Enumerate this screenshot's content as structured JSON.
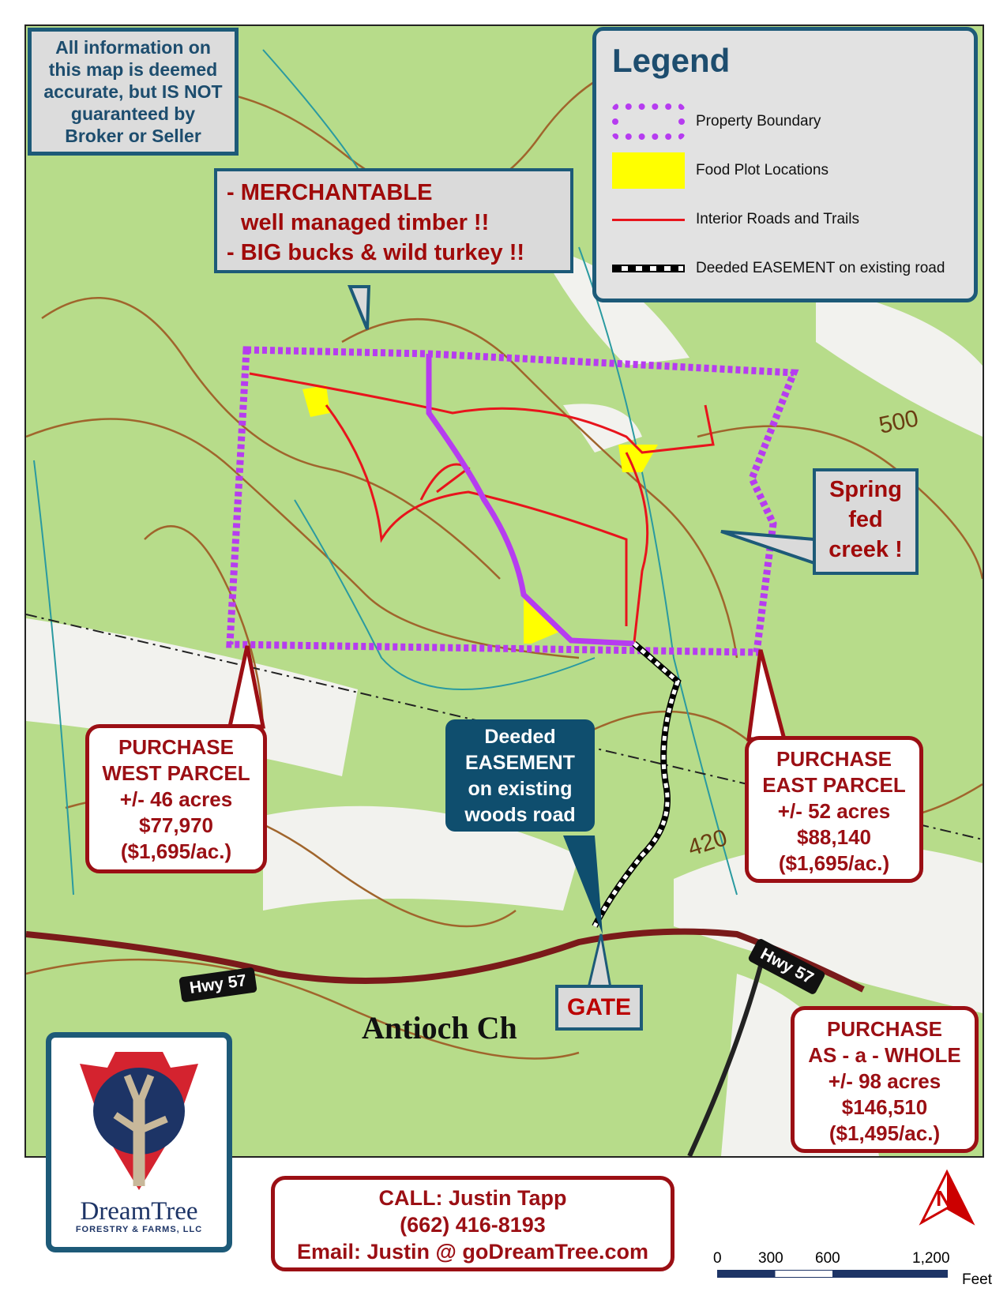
{
  "disclaimer": [
    "All information on",
    "this map is deemed",
    "accurate, but IS NOT",
    "guaranteed by",
    "Broker or Seller"
  ],
  "legend": {
    "title": "Legend",
    "items": [
      {
        "label": "Property Boundary",
        "color": "#b63cf0"
      },
      {
        "label": "Food Plot Locations",
        "color": "#ffff00"
      },
      {
        "label": "Interior Roads and Trails",
        "color": "#e8141c"
      },
      {
        "label": "Deeded EASEMENT on existing road",
        "color": "#000000"
      }
    ]
  },
  "callout_timber": [
    "- MERCHANTABLE",
    "   well managed timber !!",
    "- BIG bucks & wild turkey !!"
  ],
  "callout_creek": [
    "Spring",
    "fed",
    "creek !"
  ],
  "west_parcel": [
    "PURCHASE",
    "WEST PARCEL",
    "+/- 46 acres",
    "$77,970",
    "($1,695/ac.)"
  ],
  "east_parcel": [
    "PURCHASE",
    "EAST PARCEL",
    "+/- 52 acres",
    "$88,140",
    "($1,695/ac.)"
  ],
  "whole": [
    "PURCHASE",
    "AS - a - WHOLE",
    "+/- 98 acres",
    "$146,510",
    "($1,495/ac.)"
  ],
  "easement_label": [
    "Deeded",
    "EASEMENT",
    "on existing",
    "woods road"
  ],
  "gate": "GATE",
  "highway": [
    "Hwy 57",
    "Hwy 57"
  ],
  "map_labels": {
    "church": "Antioch Ch",
    "contour_500": "500",
    "contour_420": "420"
  },
  "contact": [
    "CALL:  Justin Tapp",
    "(662) 416-8193",
    "Email:  Justin @ goDreamTree.com"
  ],
  "logo": {
    "name": "DreamTree",
    "sub": "FORESTRY & FARMS, LLC"
  },
  "scale": {
    "ticks": [
      "0",
      "300",
      "600",
      "1,200"
    ],
    "unit": "Feet"
  },
  "north": "N"
}
